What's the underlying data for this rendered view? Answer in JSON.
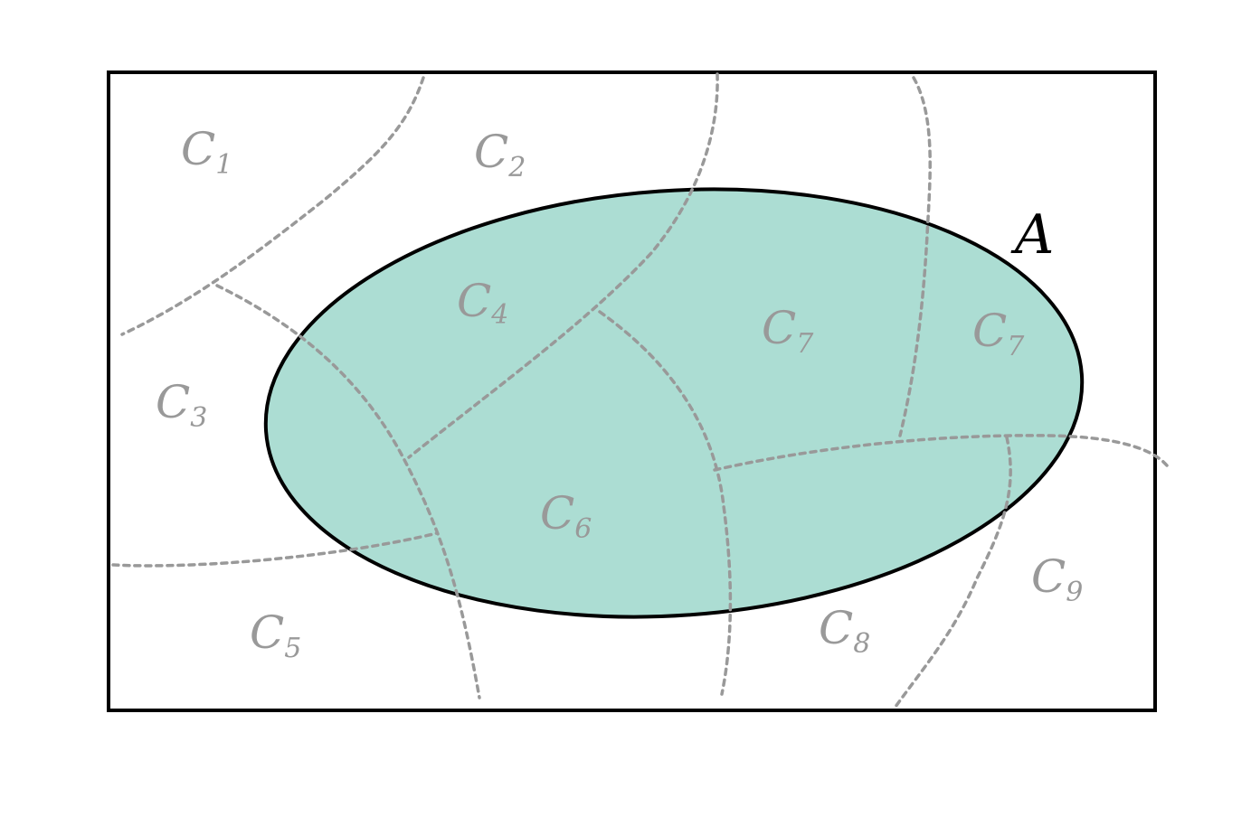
{
  "diagram": {
    "set_label": "A",
    "regions": [
      {
        "letter": "C",
        "index": "1"
      },
      {
        "letter": "C",
        "index": "2"
      },
      {
        "letter": "C",
        "index": "3"
      },
      {
        "letter": "C",
        "index": "4"
      },
      {
        "letter": "C",
        "index": "5"
      },
      {
        "letter": "C",
        "index": "6"
      },
      {
        "letter": "C",
        "index": "7"
      },
      {
        "letter": "C",
        "index": "7"
      },
      {
        "letter": "C",
        "index": "8"
      },
      {
        "letter": "C",
        "index": "9"
      }
    ],
    "colors": {
      "set_fill": "#acddd3",
      "outline": "#000000",
      "partition": "#999999",
      "region_label": "#999999",
      "set_label": "#000000"
    }
  }
}
